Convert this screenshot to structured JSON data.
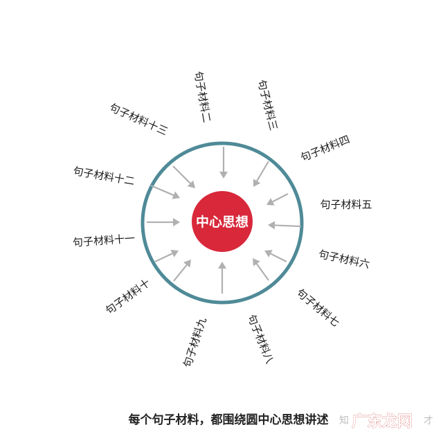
{
  "diagram": {
    "center_label": "中心思想",
    "center_color": "#d8283a",
    "ring_color": "#4f8a97",
    "arrow_color": "#b0b0b0",
    "labels": [
      "句子材料二",
      "句子材料三",
      "句子材料四",
      "句子材料五",
      "句子材料六",
      "句子材料七",
      "句子材料八",
      "句子材料九",
      "句子材料十",
      "句子材料十一",
      "句子材料十二",
      "句子材料十三"
    ],
    "caption": "每个句子材料，都围绕圆中心思想讲述"
  },
  "watermark": {
    "text": "广东龙网",
    "faint_left": "知",
    "faint_right": "才"
  }
}
